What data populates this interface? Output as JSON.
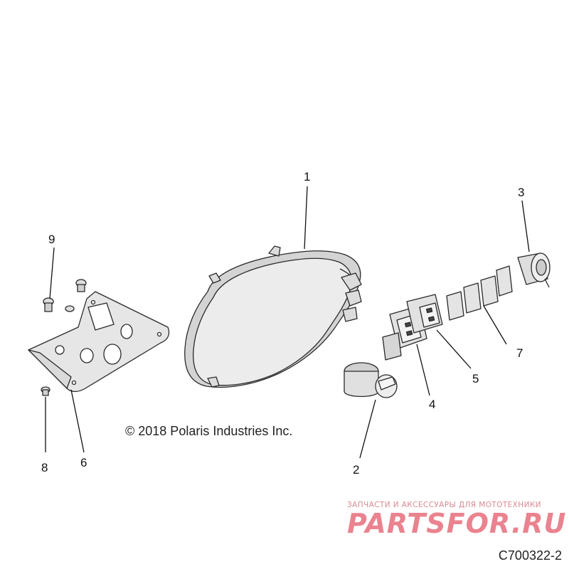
{
  "callouts": {
    "c1": "1",
    "c2": "2",
    "c3": "3",
    "c4": "4",
    "c5": "5",
    "c6": "6",
    "c7": "7",
    "c8": "8",
    "c9": "9"
  },
  "copyright": "© 2018 Polaris Industries Inc.",
  "drawing_number": "C700322-2",
  "watermark": {
    "tagline": "ЗАПЧАСТИ И АКСЕССУАРЫ ДЛЯ МОТОТЕХНИКИ",
    "logo": "PARTSFOR.RU"
  },
  "colors": {
    "part_fill": "#e6e6e6",
    "part_fill_dark": "#cfcfcf",
    "line": "#2a2a2a",
    "watermark": "#e35a6a"
  }
}
